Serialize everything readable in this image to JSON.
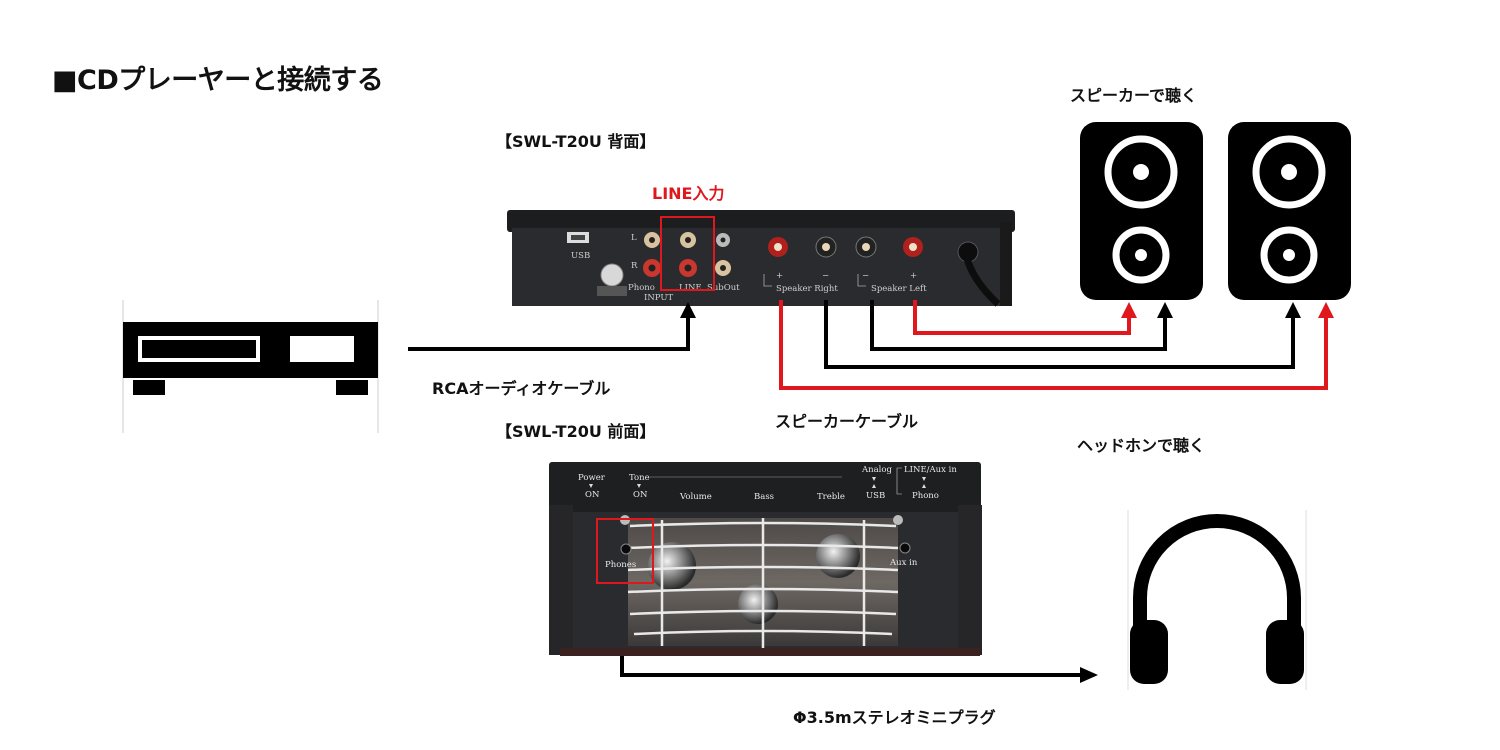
{
  "title": "■CDプレーヤーと接続する",
  "labels": {
    "rear_view": "【SWL-T20U 背面】",
    "front_view": "【SWL-T20U 前面】",
    "line_input": "LINE入力",
    "rca_cable": "RCAオーディオケーブル",
    "speaker_cable": "スピーカーケーブル",
    "listen_speakers": "スピーカーで聴く",
    "listen_headphones": "ヘッドホンで聴く",
    "mini_plug": "Φ3.5mステレオミニプラグ"
  },
  "rear_panel": {
    "usb": "USB",
    "l": "L",
    "r": "R",
    "phono": "Phono",
    "input": "INPUT",
    "line": "LINE",
    "subout": "SubOut",
    "speaker_right": "Speaker Right",
    "speaker_left": "Speaker Left",
    "plus": "+",
    "minus": "−"
  },
  "front_panel": {
    "power": "Power",
    "power_on": "ON",
    "tone": "Tone",
    "tone_on": "ON",
    "volume": "Volume",
    "bass": "Bass",
    "treble": "Treble",
    "analog": "Analog",
    "usb": "USB",
    "line_aux": "LINE/Aux in",
    "phono": "Phono",
    "phones": "Phones",
    "aux_in": "Aux in"
  },
  "colors": {
    "accent_red": "#e0181e",
    "cable_black": "#111111",
    "device_body": "#2a2b2e"
  }
}
